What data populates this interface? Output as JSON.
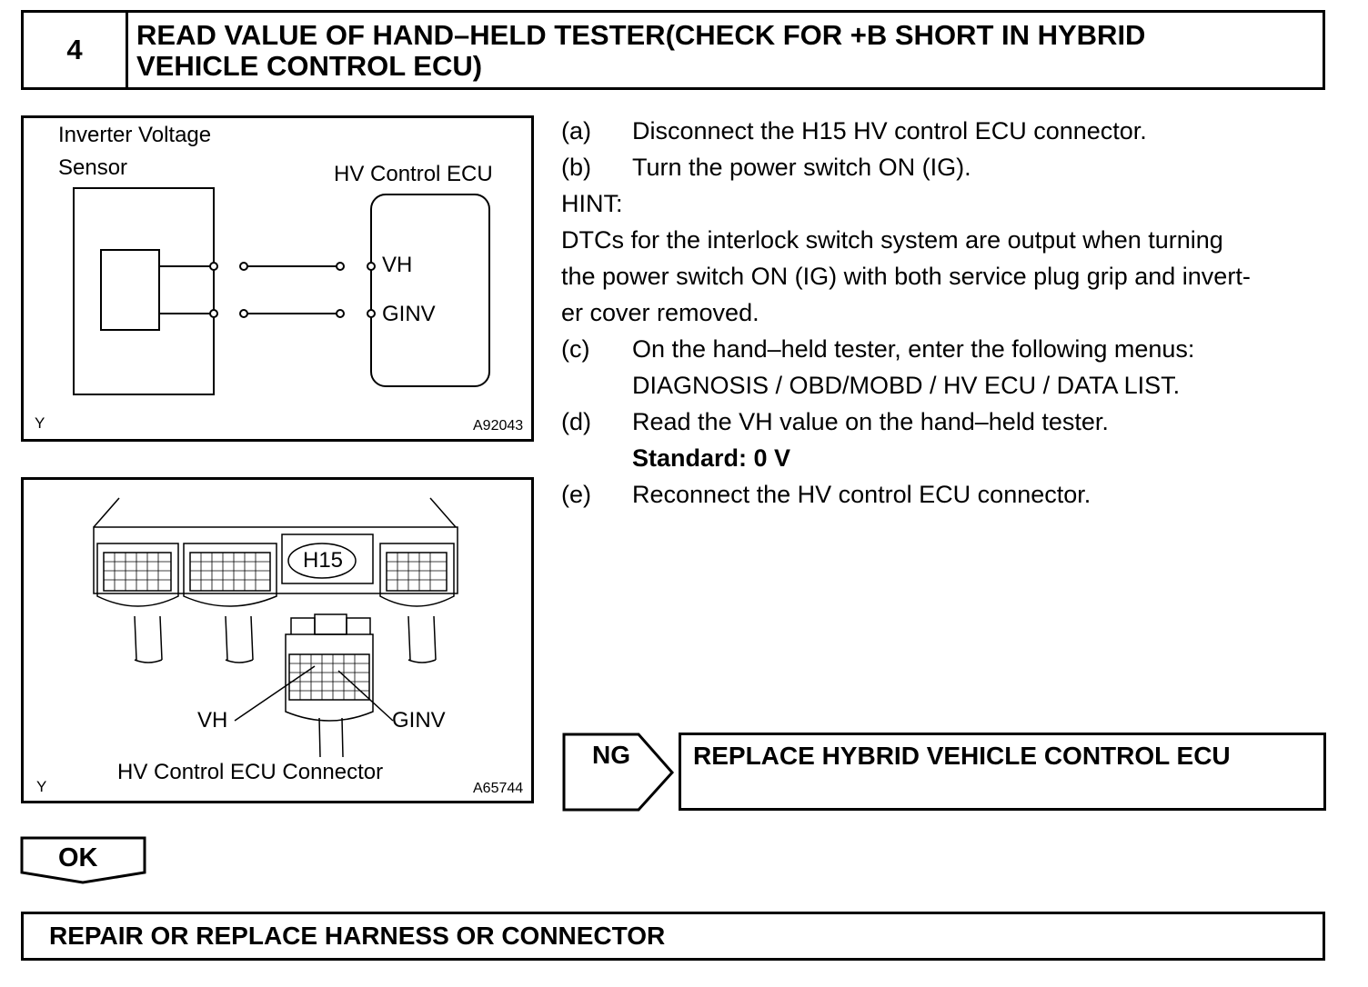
{
  "header": {
    "step_number": "4",
    "title_line1": "READ VALUE OF HAND–HELD TESTER(CHECK FOR +B SHORT IN HYBRID",
    "title_line2": "VEHICLE CONTROL ECU)"
  },
  "diagram1": {
    "sensor_label_line1": "Inverter  Voltage",
    "sensor_label_line2": "Sensor",
    "ecu_label": "HV Control ECU",
    "terminal_vh": "VH",
    "terminal_ginv": "GINV",
    "corner_mark": "Y",
    "figure_code": "A92043"
  },
  "diagram2": {
    "connector_id": "H15",
    "pin_vh": "VH",
    "pin_ginv": "GINV",
    "caption": "HV Control ECU Connector",
    "corner_mark": "Y",
    "figure_code": "A65744"
  },
  "instructions": {
    "a_letter": "(a)",
    "a_text": "Disconnect the H15 HV control ECU connector.",
    "b_letter": "(b)",
    "b_text": "Turn the power switch ON (IG).",
    "hint_label": "HINT:",
    "hint_line1": "DTCs for the interlock switch system are output when turning",
    "hint_line2": "the power switch ON (IG) with both service plug grip and invert-",
    "hint_line3": "er cover removed.",
    "c_letter": "(c)",
    "c_line1": "On the hand–held tester, enter the following menus:",
    "c_line2": "DIAGNOSIS / OBD/MOBD / HV ECU / DATA LIST.",
    "d_letter": "(d)",
    "d_text": "Read the VH value on the hand–held tester.",
    "d_standard": "Standard: 0 V",
    "e_letter": "(e)",
    "e_text": "Reconnect the HV control ECU connector."
  },
  "ng": {
    "label": "NG",
    "action": "REPLACE HYBRID VEHICLE CONTROL ECU"
  },
  "ok": {
    "label": "OK"
  },
  "final_action": "REPAIR OR REPLACE HARNESS OR CONNECTOR"
}
